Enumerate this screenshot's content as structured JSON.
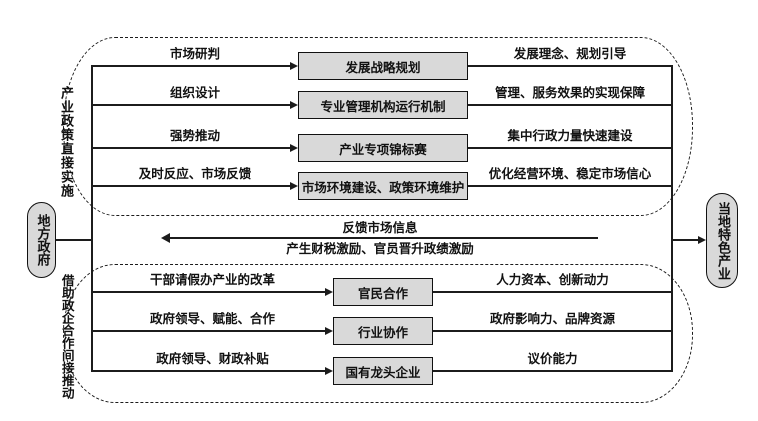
{
  "diagram": {
    "left_node": {
      "label": "地方政府"
    },
    "right_node": {
      "label": "当地特色产业"
    },
    "top_group": {
      "side_label": "产业政策直接实施",
      "rows": [
        {
          "left_label": "市场研判",
          "box": "发展战略规划",
          "right_label": "发展理念、规划引导"
        },
        {
          "left_label": "组织设计",
          "box": "专业管理机构运行机制",
          "right_label": "管理、服务效果的实现保障"
        },
        {
          "left_label": "强势推动",
          "box": "产业专项锦标赛",
          "right_label": "集中行政力量快速建设"
        },
        {
          "left_label": "及时反应、市场反馈",
          "box": "市场环境建设、政策环境维护",
          "right_label": "优化经营环境、稳定市场信心"
        }
      ]
    },
    "feedback": {
      "top_label": "反馈市场信息",
      "bottom_label": "产生财税激励、官员晋升政绩激励"
    },
    "bottom_group": {
      "side_label": "借助政企合作间接推动",
      "rows": [
        {
          "left_label": "干部请假办产业的改革",
          "box": "官民合作",
          "right_label": "人力资本、创新动力"
        },
        {
          "left_label": "政府领导、赋能、合作",
          "box": "行业协作",
          "right_label": "政府影响力、品牌资源"
        },
        {
          "left_label": "政府领导、财政补贴",
          "box": "国有龙头企业",
          "right_label": "议价能力"
        }
      ]
    },
    "colors": {
      "box_fill": "#d9d9d9",
      "line": "#1c1c1c",
      "background": "#ffffff"
    }
  }
}
